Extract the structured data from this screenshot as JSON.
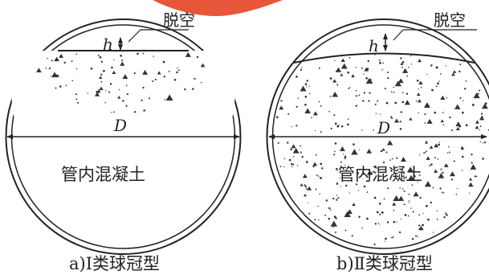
{
  "figure": {
    "accent": "#e8563a",
    "line_color": "#222222",
    "dot_color": "#333333",
    "panels": [
      {
        "caption": "a)Ⅰ类球冠型",
        "gap_label": "脱空",
        "gap_symbol": "h",
        "diameter_symbol": "D",
        "core_label": "管内混凝土",
        "gap_shape": "flat-chord"
      },
      {
        "caption": "b)Ⅱ类球冠型",
        "gap_label": "脱空",
        "gap_symbol": "h",
        "diameter_symbol": "D",
        "core_label": "管内混凝土",
        "gap_shape": "arc"
      }
    ]
  }
}
